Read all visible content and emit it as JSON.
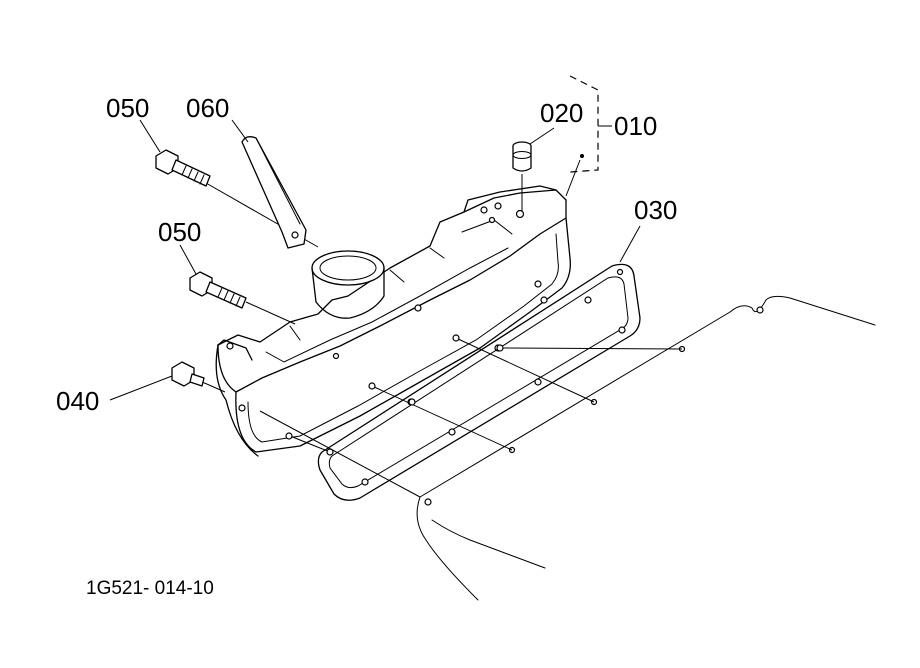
{
  "callouts": {
    "c050_top": "050",
    "c060": "060",
    "c020": "020",
    "c010": "010",
    "c030": "030",
    "c050_mid": "050",
    "c040": "040"
  },
  "drawing_code": "1G521- 014-10"
}
